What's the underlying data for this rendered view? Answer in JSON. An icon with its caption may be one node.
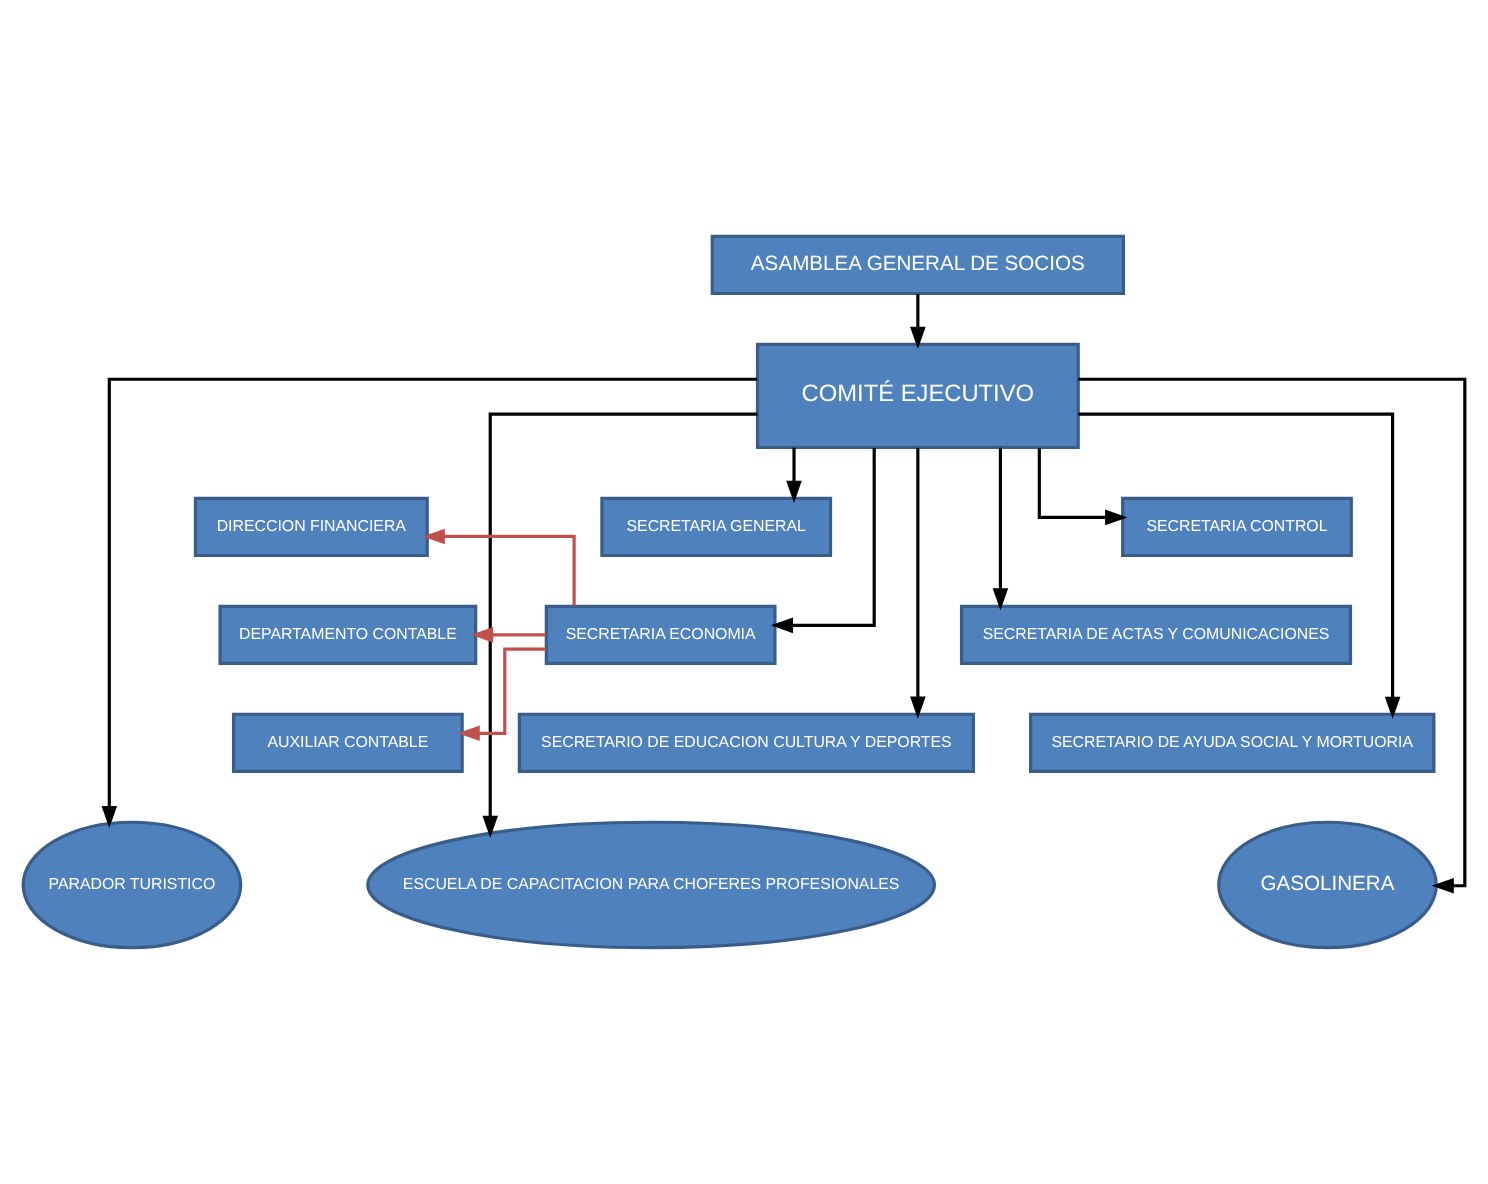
{
  "diagram": {
    "nodes": [
      {
        "text": [
          "ASAMBLEA GENERAL DE SOCIOS"
        ]
      },
      {
        "text": [
          "COMITÉ EJECUTIVO"
        ]
      },
      {
        "text": [
          "DIRECCION FINANCIERA"
        ]
      },
      {
        "text": [
          "SECRETARIA GENERAL"
        ]
      },
      {
        "text": [
          "SECRETARIA CONTROL"
        ]
      },
      {
        "text": [
          "DEPARTAMENTO CONTABLE"
        ]
      },
      {
        "text": [
          "SECRETARIA ECONOMIA"
        ]
      },
      {
        "text": [
          "SECRETARIA DE ACTAS Y COMUNICACIONES"
        ]
      },
      {
        "text": [
          "AUXILIAR CONTABLE"
        ]
      },
      {
        "text": [
          "SECRETARIO DE EDUCACION CULTURA Y DEPORTES"
        ]
      },
      {
        "text": [
          "SECRETARIO DE AYUDA SOCIAL Y MORTUORIA"
        ]
      },
      {
        "text": [
          "PARADOR TURISTICO"
        ]
      },
      {
        "text": [
          "ESCUELA DE CAPACITACION PARA CHOFERES PROFESIONALES"
        ]
      },
      {
        "text": [
          "GASOLINERA"
        ]
      }
    ],
    "edges": [
      {
        "from": 0,
        "to": 1,
        "arrow": "to"
      },
      {
        "from": 1,
        "to": 3,
        "arrow": "to"
      },
      {
        "from": 1,
        "to": 4,
        "arrow": "to"
      },
      {
        "from": 1,
        "to": 6,
        "arrow": "to"
      },
      {
        "from": 1,
        "to": 7,
        "arrow": "to"
      },
      {
        "from": 1,
        "to": 9,
        "arrow": "to"
      },
      {
        "from": 1,
        "to": 10,
        "arrow": "to"
      },
      {
        "from": 6,
        "to": 2,
        "arrow": "to",
        "color": "#c0504d"
      },
      {
        "from": 6,
        "to": 5,
        "arrow": "to",
        "color": "#c0504d"
      },
      {
        "from": 6,
        "to": 8,
        "arrow": "to",
        "color": "#c0504d"
      },
      {
        "from": 1,
        "to": 11,
        "arrow": "to"
      },
      {
        "from": 1,
        "to": 12,
        "arrow": "to"
      },
      {
        "from": 1,
        "to": 13,
        "arrow": "to"
      }
    ]
  }
}
